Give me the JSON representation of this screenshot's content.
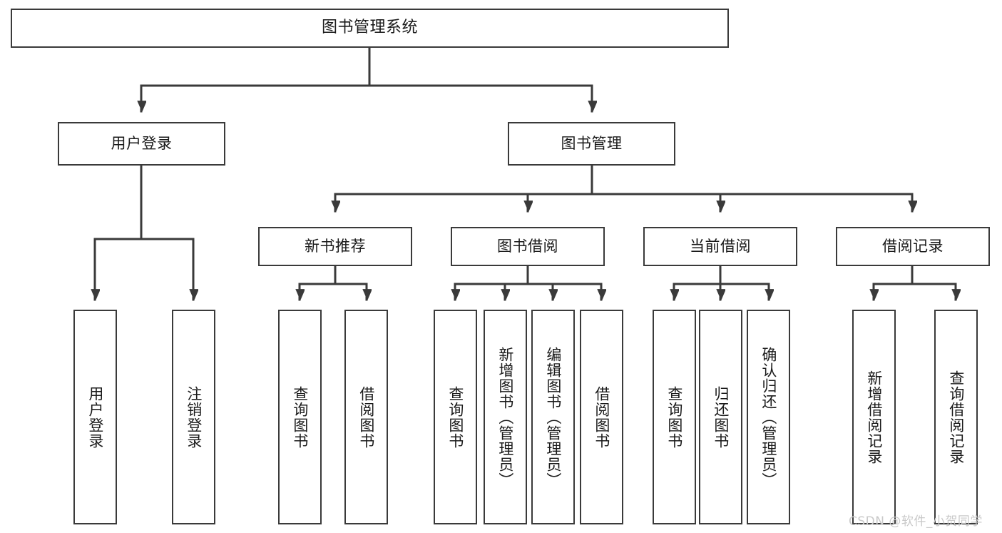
{
  "diagram": {
    "title": "图书管理系统",
    "type": "tree",
    "orientation": "top-down",
    "line_color": "#3a3a3a",
    "box_fill": "#ffffff",
    "text_color": "#1a1a1a",
    "watermark": "CSDN @软件_小贺同学",
    "nodes": {
      "root": {
        "label": "图书管理系统"
      },
      "level2": [
        {
          "label": "用户登录"
        },
        {
          "label": "图书管理"
        }
      ],
      "level3": [
        {
          "label": "新书推荐"
        },
        {
          "label": "图书借阅"
        },
        {
          "label": "当前借阅"
        },
        {
          "label": "借阅记录"
        }
      ],
      "leaves": {
        "user_login": [
          {
            "label": "用户登录"
          },
          {
            "label": "注销登录"
          }
        ],
        "new_book_recommend": [
          {
            "label": "查询图书"
          },
          {
            "label": "借阅图书"
          }
        ],
        "book_borrow": [
          {
            "label": "查询图书"
          },
          {
            "label": "新增图书（管理员）"
          },
          {
            "label": "编辑图书（管理员）"
          },
          {
            "label": "借阅图书"
          }
        ],
        "current_borrow": [
          {
            "label": "查询图书"
          },
          {
            "label": "归还图书"
          },
          {
            "label": "确认归还（管理员）"
          }
        ],
        "borrow_record": [
          {
            "label": "新增借阅记录"
          },
          {
            "label": "查询借阅记录"
          }
        ]
      }
    }
  }
}
